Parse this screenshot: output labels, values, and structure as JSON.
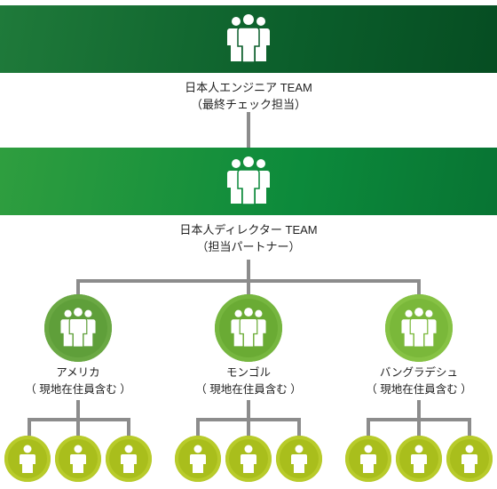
{
  "engineer_team": {
    "name": "日本人エンジニア TEAM",
    "role": "（最終チェック担当）",
    "icon": "group-icon"
  },
  "director_team": {
    "name": "日本人ディレクター TEAM",
    "role": "（担当パートナー）",
    "icon": "group-icon"
  },
  "regions": [
    {
      "name": "アメリカ",
      "note": "（ 現地在住員含む ）",
      "icon": "group-icon",
      "members": 3
    },
    {
      "name": "モンゴル",
      "note": "（ 現地在住員含む ）",
      "icon": "group-icon",
      "members": 3
    },
    {
      "name": "バングラデシュ",
      "note": "（ 現地在住員含む ）",
      "icon": "group-icon",
      "members": 3
    }
  ],
  "colors": {
    "engineer_band": "#0b5e2b",
    "director_band": "#0c8a3b",
    "region_circle": "#6aab34",
    "member_circle": "#a9be1c",
    "connector": "#8c8c8c"
  }
}
